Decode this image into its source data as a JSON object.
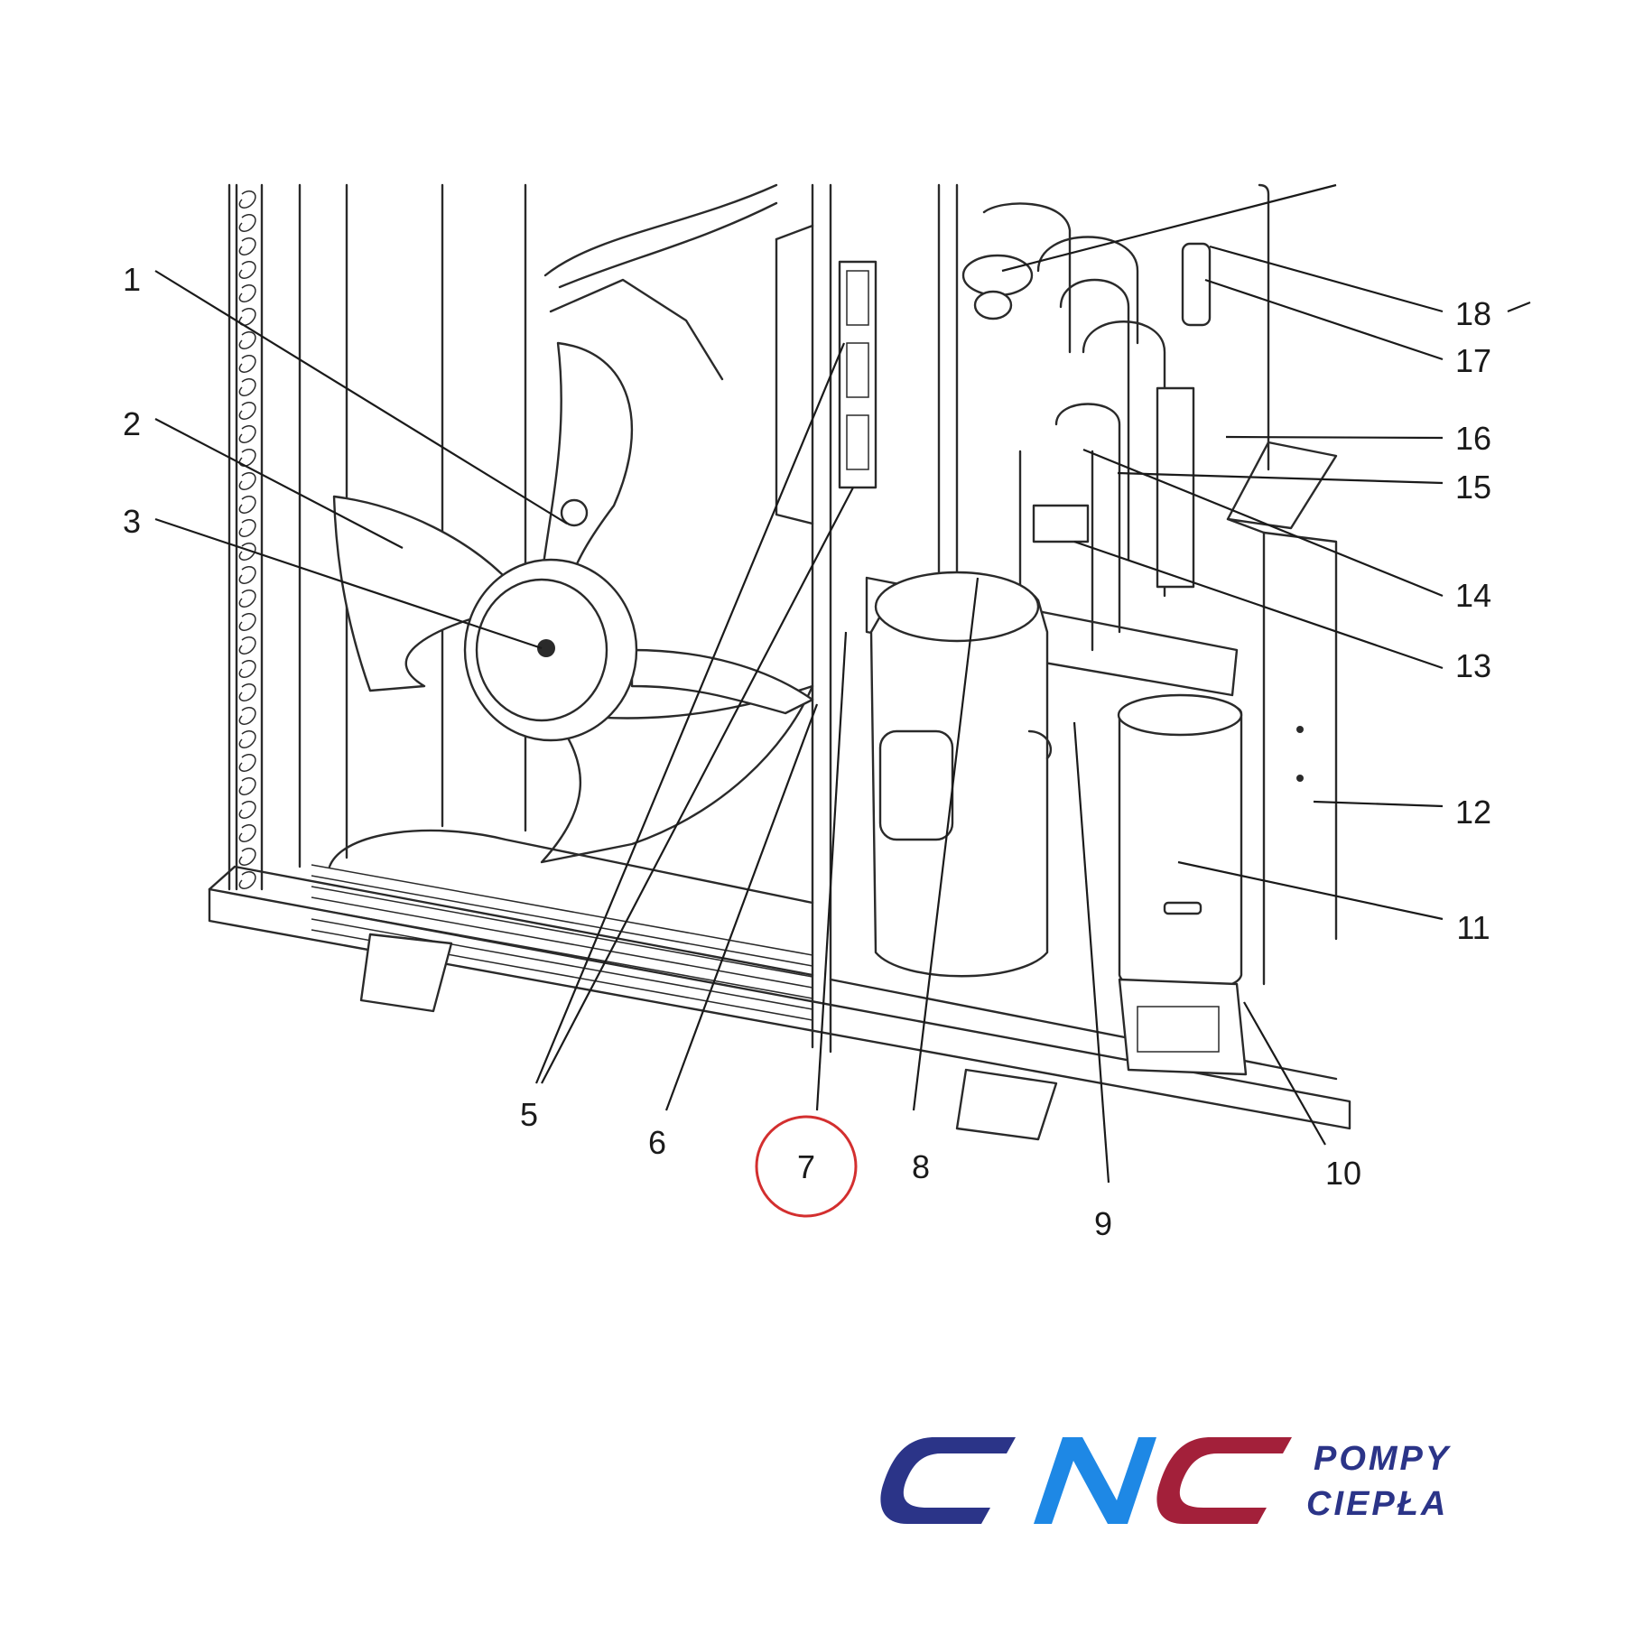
{
  "diagram": {
    "callouts": [
      {
        "id": "1",
        "label": "1"
      },
      {
        "id": "2",
        "label": "2"
      },
      {
        "id": "3",
        "label": "3"
      },
      {
        "id": "5",
        "label": "5"
      },
      {
        "id": "6",
        "label": "6"
      },
      {
        "id": "7",
        "label": "7",
        "highlighted": true
      },
      {
        "id": "8",
        "label": "8"
      },
      {
        "id": "9",
        "label": "9"
      },
      {
        "id": "10",
        "label": "10"
      },
      {
        "id": "11",
        "label": "11"
      },
      {
        "id": "12",
        "label": "12"
      },
      {
        "id": "13",
        "label": "13"
      },
      {
        "id": "14",
        "label": "14"
      },
      {
        "id": "15",
        "label": "15"
      },
      {
        "id": "16",
        "label": "16"
      },
      {
        "id": "17",
        "label": "17"
      },
      {
        "id": "18",
        "label": "18"
      }
    ],
    "highlight_color": "#d32f2f"
  },
  "logo": {
    "letters": [
      "C",
      "N",
      "C"
    ],
    "line1": "POMPY",
    "line2": "CIEPŁA",
    "colors": {
      "c1": "#2b3488",
      "n": "#1e88e5",
      "c2": "#a3203a",
      "tagline": "#2b3488"
    }
  }
}
